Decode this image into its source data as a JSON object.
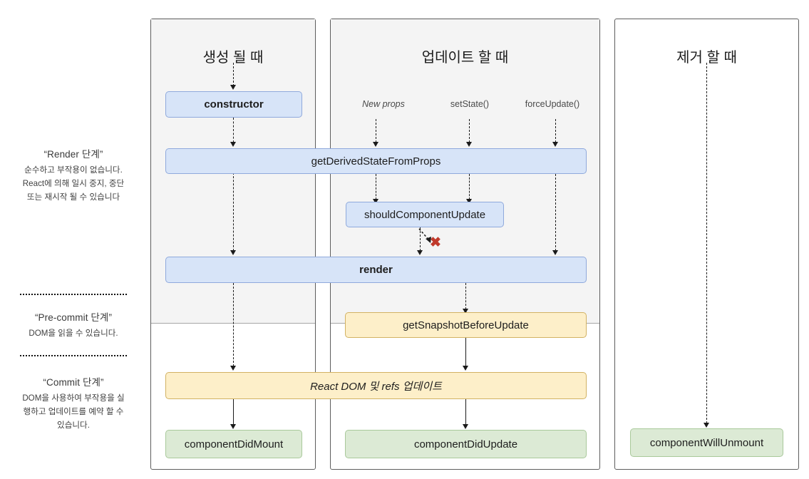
{
  "legend": [
    {
      "title": "“Render 단계”",
      "body": "순수하고 부작용이 없습니다. React에 의해 일시 중지, 중단 또는 재시작 될 수 있습니다"
    },
    {
      "title": "“Pre-commit 단계”",
      "body": "DOM을 읽을 수 있습니다."
    },
    {
      "title": "“Commit 단계”",
      "body": "DOM을 사용하여 부작용을 실행하고 업데이트를 예약 할 수 있습니다."
    }
  ],
  "panels": [
    {
      "title": "생성 될 때"
    },
    {
      "title": "업데이트 할 때"
    },
    {
      "title": "제거 할 때"
    }
  ],
  "triggers": [
    {
      "label": "New props",
      "style": "italic"
    },
    {
      "label": "setState()",
      "style": "normal"
    },
    {
      "label": "forceUpdate()",
      "style": "normal"
    }
  ],
  "boxes": {
    "constructor": "constructor",
    "get_derived_state_from_props": "getDerivedStateFromProps",
    "should_component_update": "shouldComponentUpdate",
    "render": "render",
    "get_snapshot_before_update": "getSnapshotBeforeUpdate",
    "react_dom_refs": "React DOM 및 refs 업데이트",
    "component_did_mount": "componentDidMount",
    "component_did_update": "componentDidUpdate",
    "component_will_unmount": "componentWillUnmount"
  },
  "markers": {
    "skip_update": "✖"
  },
  "colors": {
    "render_phase_box": "#d7e4f8",
    "render_phase_border": "#8fa9dc",
    "precommit_box": "#fdefc9",
    "precommit_border": "#d2b263",
    "commit_box": "#dcead5",
    "commit_border": "#a9c99b",
    "shaded_region": "#f4f4f4",
    "panel_border": "#5d5d5d",
    "skip_marker": "#c0392b"
  }
}
